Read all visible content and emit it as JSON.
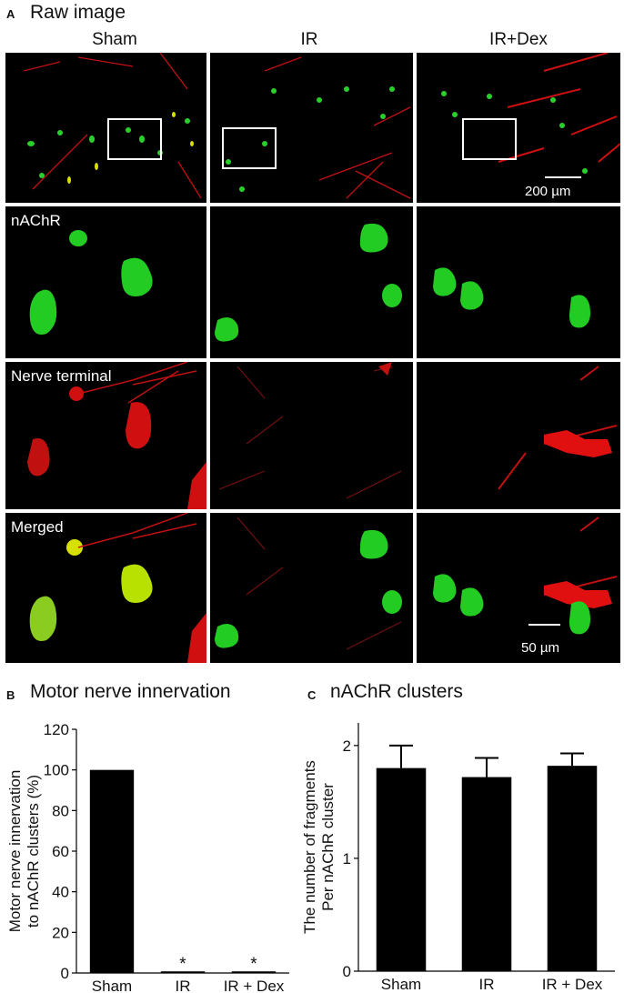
{
  "panel_a": {
    "letter": "A",
    "title": "Raw image",
    "columns": [
      "Sham",
      "IR",
      "IR+Dex"
    ],
    "row_labels": [
      "nAChR",
      "Nerve terminal",
      "Merged"
    ],
    "scale_top": "200 µm",
    "scale_bottom": "50 µm",
    "colors": {
      "nAChR": "#22cc22",
      "nerve": "#e01010",
      "overlap": "#d8e000",
      "background": "#000000"
    }
  },
  "chart_data": [
    {
      "type": "bar",
      "letter": "B",
      "title": "Motor nerve innervation",
      "categories": [
        "Sham",
        "IR",
        "IR + Dex"
      ],
      "values": [
        100,
        0.8,
        0.8
      ],
      "annotations": [
        "",
        "*",
        "*"
      ],
      "ylabel": "Motor nerve innervation to nAChR clusters (%)",
      "ylabel_lines": [
        "Motor nerve innervation",
        "to nAChR clusters (%)"
      ],
      "ylim": [
        0,
        120
      ],
      "yticks": [
        "0",
        "20",
        "40",
        "60",
        "80",
        "100",
        "120"
      ],
      "bar_color": "#000000",
      "grid": false
    },
    {
      "type": "bar",
      "letter": "C",
      "title": "nAChR clusters",
      "categories": [
        "Sham",
        "IR",
        "IR + Dex"
      ],
      "values": [
        1.8,
        1.72,
        1.82
      ],
      "errors": [
        0.2,
        0.17,
        0.11
      ],
      "ylabel": "The number of fragments Per nAChR cluster",
      "ylabel_lines": [
        "The number of fragments",
        "Per nAChR cluster"
      ],
      "ylim": [
        0,
        2.2
      ],
      "yticks": [
        "0",
        "1",
        "2"
      ],
      "bar_color": "#000000",
      "grid": false
    }
  ]
}
